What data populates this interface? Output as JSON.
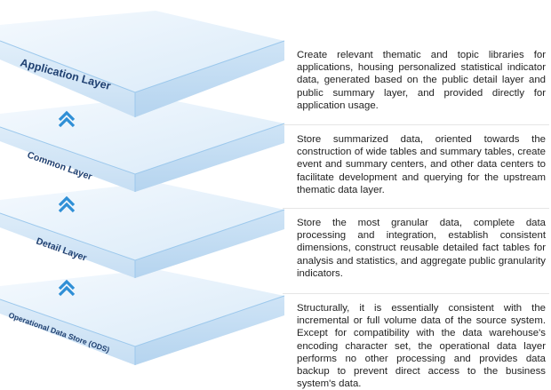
{
  "layers": [
    {
      "name": "Application Layer",
      "description": "Create relevant thematic and topic libraries for applications, housing personalized statistical indicator data, generated based on the public detail layer and public summary layer, and provided directly for application usage."
    },
    {
      "name": "Common Layer",
      "description": "Store summarized data, oriented towards the construction of wide tables and summary tables, create event and summary centers, and other data centers to facilitate development and querying for the upstream thematic data layer."
    },
    {
      "name": "Detail Layer",
      "description": "Store the most granular data, complete data processing and integration, establish consistent dimensions, construct reusable detailed fact tables for analysis and statistics, and aggregate public granularity indicators."
    },
    {
      "name": "Operational Data Store (ODS)",
      "description": "Structurally, it is essentially consistent with the incremental or full volume data of the source system. Except for compatibility with the data warehouse's encoding character set, the operational data layer performs no other processing and provides data backup to prevent direct access to the business system's data."
    }
  ],
  "colors": {
    "layer_top": "#e4f0fb",
    "layer_front": "#d2e6f7",
    "layer_edge": "#9cc8ec",
    "arrow": "#2f8fd6",
    "label": "#1e3f70"
  }
}
